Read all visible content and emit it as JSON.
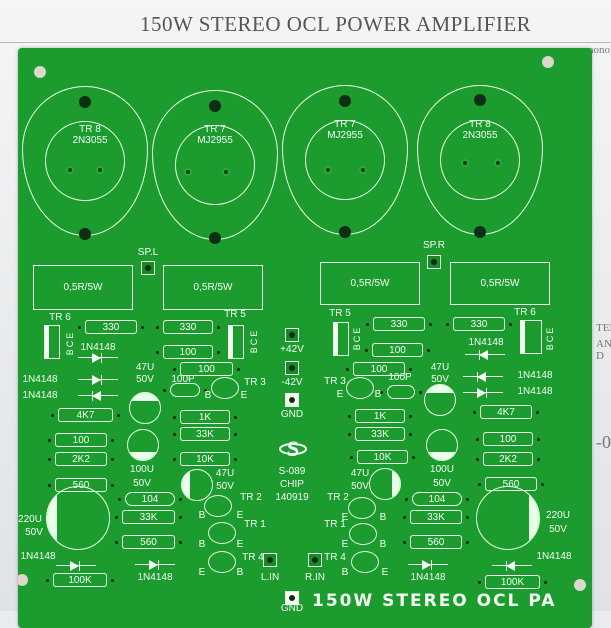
{
  "paper": {
    "title": "150W STEREO OCL POWER AMPLIFIER",
    "fragments": [
      "mono)",
      "TERE",
      "AN D",
      "-0"
    ]
  },
  "board": {
    "color": "#1c9b2e",
    "power_transistors": [
      {
        "ref": "TR 8",
        "part": "2N3055"
      },
      {
        "ref": "TR 7",
        "part": "MJ2955"
      },
      {
        "ref": "TR 7",
        "part": "MJ2955"
      },
      {
        "ref": "TR 8",
        "part": "2N3055"
      }
    ],
    "power_resistors": [
      "0,5R/5W",
      "0,5R/5W",
      "0,5R/5W",
      "0,5R/5W"
    ],
    "speaker_left": "SP.L",
    "speaker_right": "SP.R",
    "supply": {
      "pos": "+42V",
      "neg": "-42V",
      "gnd": "GND",
      "gnd_bottom": "GND"
    },
    "inputs": {
      "left": "L.IN",
      "right": "R.IN"
    },
    "chip": {
      "model": "S-089",
      "name": "CHIP",
      "date": "140919"
    },
    "bottom_title": "150W STEREO OCL PA",
    "left": {
      "tr6": "TR 6",
      "tr5": "TR 5",
      "tr3": "TR 3",
      "tr2": "TR 2",
      "tr1": "TR 1",
      "tr4": "TR 4",
      "bce": "BCE",
      "pins": {
        "b": "B",
        "e": "E"
      },
      "resistors": [
        "330",
        "330",
        "100",
        "100",
        "4K7",
        "100",
        "2K2",
        "560",
        "100K",
        "1K",
        "33K",
        "10K",
        "104",
        "33K",
        "560",
        "100P"
      ],
      "diodes": [
        "1N4148",
        "1N4148",
        "1N4148",
        "1N4148",
        "1N4148"
      ],
      "caps": [
        {
          "value": "47U",
          "volt": "50V"
        },
        {
          "value": "100U",
          "volt": "50V"
        },
        {
          "value": "47U",
          "volt": "50V"
        },
        {
          "value": "220U",
          "volt": "50V"
        }
      ]
    },
    "right": {
      "tr6": "TR 6",
      "tr5": "TR 5",
      "tr3": "TR 3",
      "tr2": "TR 2",
      "tr1": "TR 1",
      "tr4": "TR 4",
      "bce": "BCE",
      "pins": {
        "b": "B",
        "e": "E"
      },
      "resistors": [
        "330",
        "330",
        "100",
        "100",
        "4K7",
        "100",
        "2K2",
        "560",
        "100K",
        "1K",
        "33K",
        "10K",
        "104",
        "33K",
        "560",
        "100P"
      ],
      "diodes": [
        "1N4148",
        "1N4148",
        "1N4148",
        "1N4148",
        "1N4148"
      ],
      "caps": [
        {
          "value": "47U",
          "volt": "50V"
        },
        {
          "value": "100U",
          "volt": "50V"
        },
        {
          "value": "47U",
          "volt": "50V"
        },
        {
          "value": "220U",
          "volt": "50V"
        }
      ]
    }
  }
}
